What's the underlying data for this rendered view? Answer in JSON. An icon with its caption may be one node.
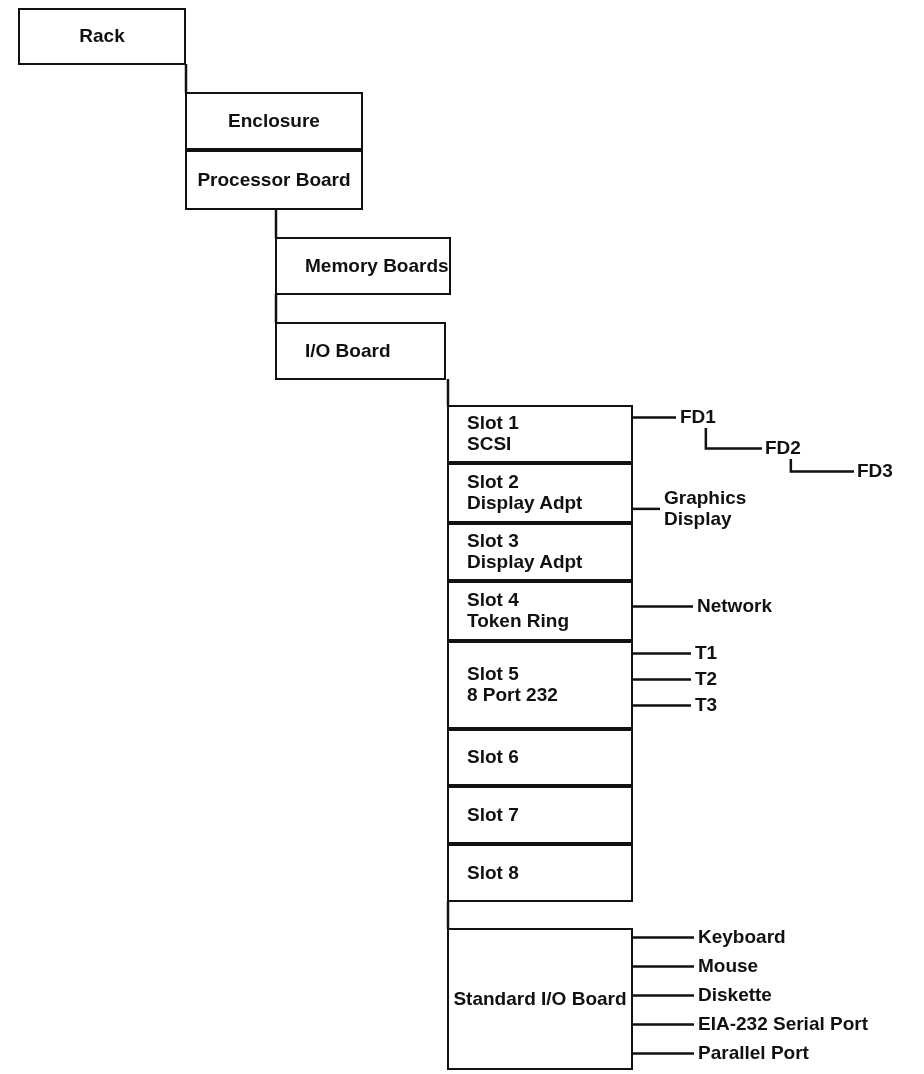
{
  "diagram": {
    "nodes": [
      {
        "text": [
          "Rack"
        ]
      },
      {
        "text": [
          "Enclosure"
        ]
      },
      {
        "text": [
          "Processor Board"
        ]
      },
      {
        "text": [
          "Memory Boards"
        ]
      },
      {
        "text": [
          "I/O Board"
        ]
      },
      {
        "text": [
          "Slot 1",
          "SCSI"
        ]
      },
      {
        "text": [
          "Slot 2",
          "Display Adpt"
        ]
      },
      {
        "text": [
          "Slot 3",
          "Display Adpt"
        ]
      },
      {
        "text": [
          "Slot 4",
          "Token Ring"
        ]
      },
      {
        "text": [
          "Slot 5",
          "8 Port 232"
        ]
      },
      {
        "text": [
          "Slot 6"
        ]
      },
      {
        "text": [
          "Slot 7"
        ]
      },
      {
        "text": [
          "Slot 8"
        ]
      },
      {
        "text": [
          "Standard I/O Board"
        ]
      },
      {
        "text": [
          "FD1"
        ]
      },
      {
        "text": [
          "FD2"
        ]
      },
      {
        "text": [
          "FD3"
        ]
      },
      {
        "text": [
          "Graphics Display"
        ]
      },
      {
        "text": [
          "Network"
        ]
      },
      {
        "text": [
          "T1"
        ]
      },
      {
        "text": [
          "T2"
        ]
      },
      {
        "text": [
          "T3"
        ]
      },
      {
        "text": [
          "Keyboard"
        ]
      },
      {
        "text": [
          "Mouse"
        ]
      },
      {
        "text": [
          "Diskette"
        ]
      },
      {
        "text": [
          "EIA-232 Serial Port"
        ]
      },
      {
        "text": [
          "Parallel Port"
        ]
      }
    ],
    "edges": [
      {
        "from": 0,
        "to": 1,
        "arrow": "none"
      },
      {
        "from": 2,
        "to": 3,
        "arrow": "none"
      },
      {
        "from": 3,
        "to": 4,
        "arrow": "none"
      },
      {
        "from": 4,
        "to": 5,
        "arrow": "none"
      },
      {
        "from": 12,
        "to": 13,
        "arrow": "none"
      },
      {
        "from": 5,
        "to": 14,
        "arrow": "none"
      },
      {
        "from": 14,
        "to": 15,
        "arrow": "none"
      },
      {
        "from": 15,
        "to": 16,
        "arrow": "none"
      },
      {
        "from": 6,
        "to": 17,
        "arrow": "none"
      },
      {
        "from": 8,
        "to": 18,
        "arrow": "none"
      },
      {
        "from": 9,
        "to": 19,
        "arrow": "none"
      },
      {
        "from": 9,
        "to": 20,
        "arrow": "none"
      },
      {
        "from": 9,
        "to": 21,
        "arrow": "none"
      },
      {
        "from": 13,
        "to": 22,
        "arrow": "none"
      },
      {
        "from": 13,
        "to": 23,
        "arrow": "none"
      },
      {
        "from": 13,
        "to": 24,
        "arrow": "none"
      },
      {
        "from": 13,
        "to": 25,
        "arrow": "none"
      },
      {
        "from": 13,
        "to": 26,
        "arrow": "none"
      }
    ]
  }
}
